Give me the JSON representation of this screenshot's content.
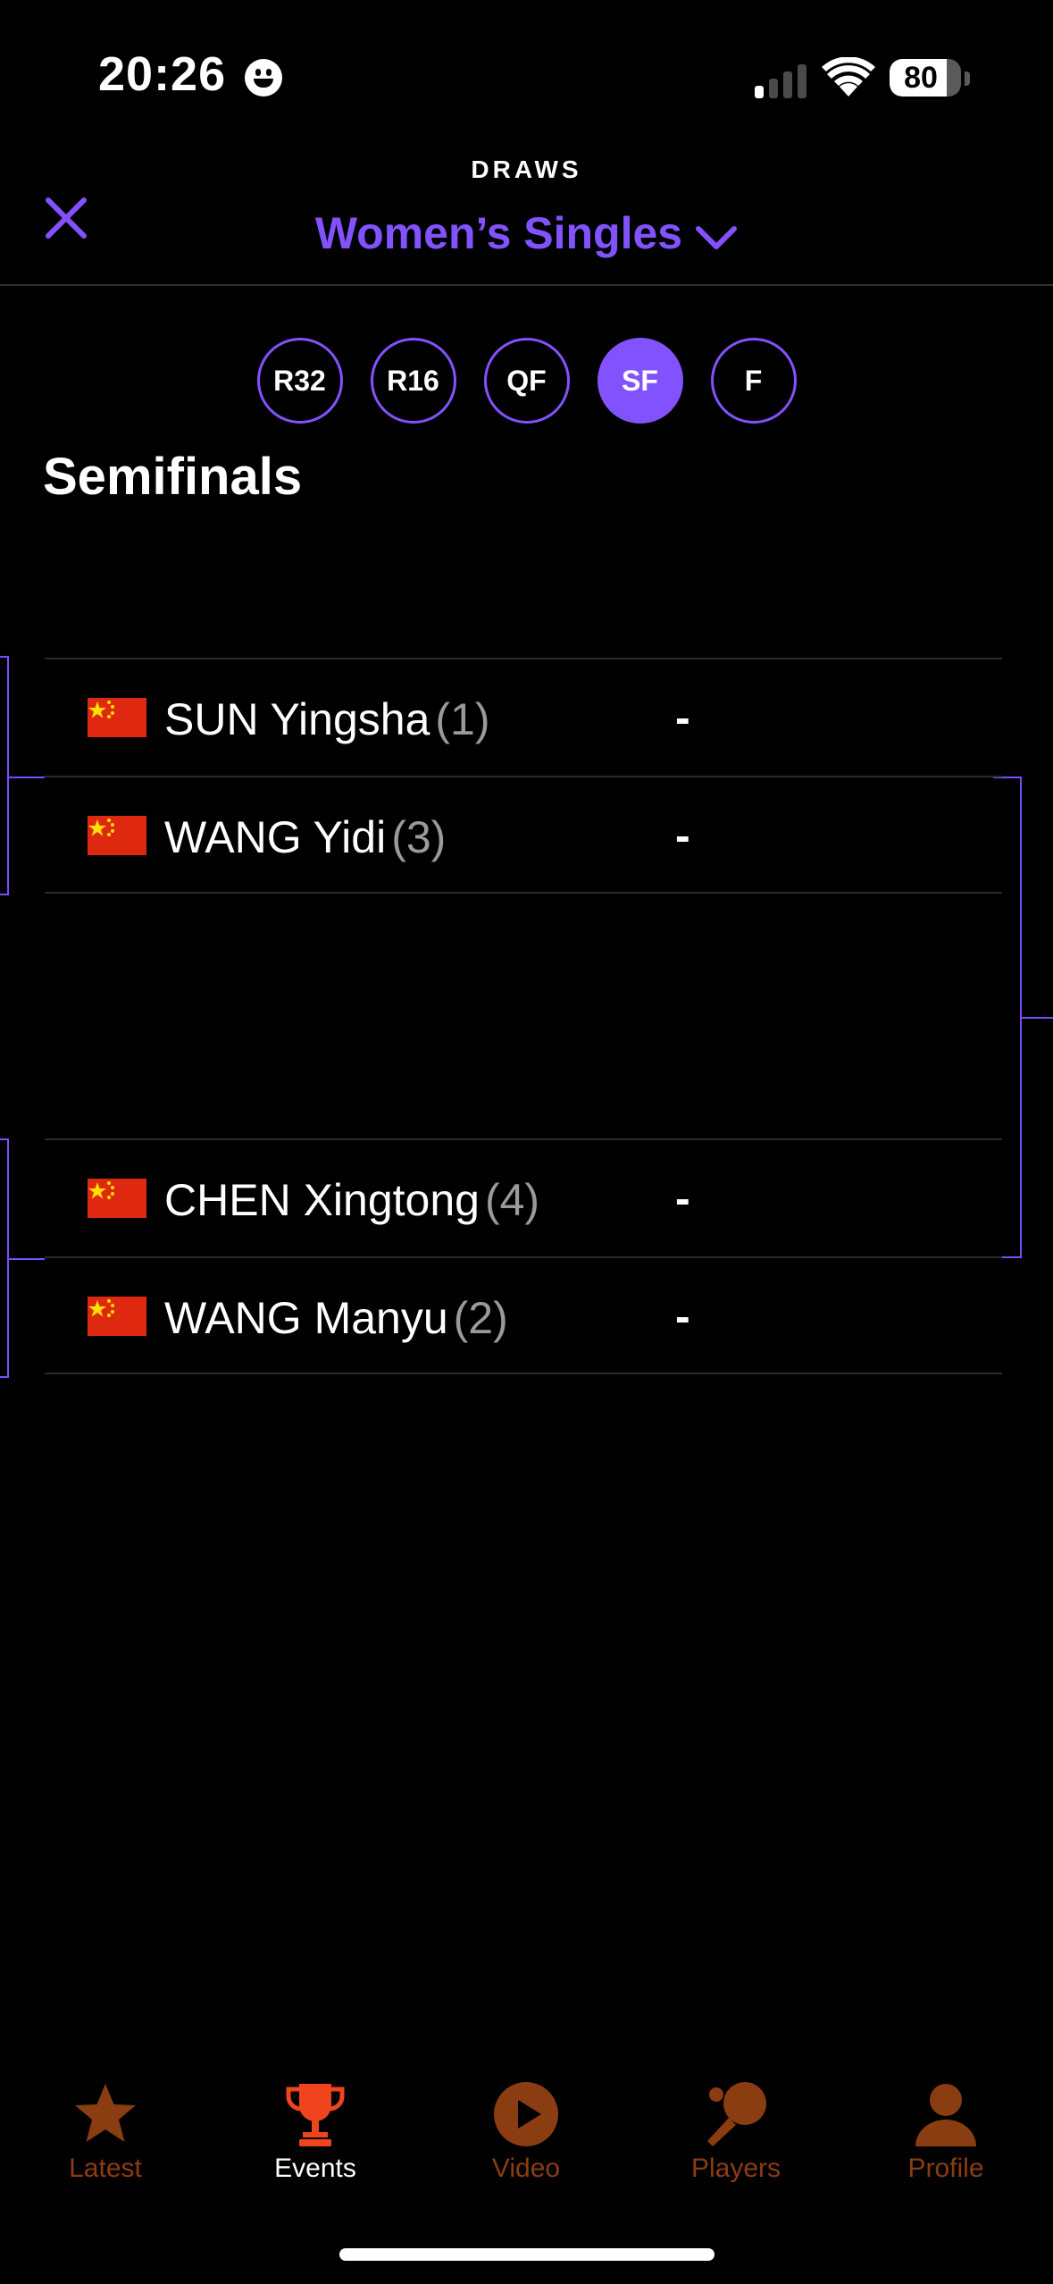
{
  "status_bar": {
    "time": "20:26",
    "battery": "80",
    "battery_fraction": 0.8
  },
  "header": {
    "subtitle": "DRAWS",
    "title": "Women’s Singles",
    "close_icon": "close-icon",
    "dropdown_icon": "chevron-down-icon"
  },
  "rounds": [
    {
      "label": "R32",
      "active": false
    },
    {
      "label": "R16",
      "active": false
    },
    {
      "label": "QF",
      "active": false
    },
    {
      "label": "SF",
      "active": true
    },
    {
      "label": "F",
      "active": false
    }
  ],
  "section_title": "Semifinals",
  "matches": [
    {
      "players": [
        {
          "name": "SUN Yingsha",
          "seed": "(1)",
          "score": "-",
          "flag": "china-flag"
        },
        {
          "name": "WANG Yidi",
          "seed": "(3)",
          "score": "-",
          "flag": "china-flag"
        }
      ]
    },
    {
      "players": [
        {
          "name": "CHEN Xingtong",
          "seed": "(4)",
          "score": "-",
          "flag": "china-flag"
        },
        {
          "name": "WANG Manyu",
          "seed": "(2)",
          "score": "-",
          "flag": "china-flag"
        }
      ]
    }
  ],
  "tabbar": [
    {
      "label": "Latest",
      "icon": "star-icon",
      "active": false
    },
    {
      "label": "Events",
      "icon": "trophy-icon",
      "active": true
    },
    {
      "label": "Video",
      "icon": "play-icon",
      "active": false
    },
    {
      "label": "Players",
      "icon": "paddle-icon",
      "active": false
    },
    {
      "label": "Profile",
      "icon": "person-icon",
      "active": false
    }
  ],
  "colors": {
    "accent": "#8352ff",
    "background": "#000000",
    "tab_inactive": "#8a3d10",
    "trophy": "#f0441f",
    "flag_red": "#de2910",
    "flag_yellow": "#ffde00"
  }
}
